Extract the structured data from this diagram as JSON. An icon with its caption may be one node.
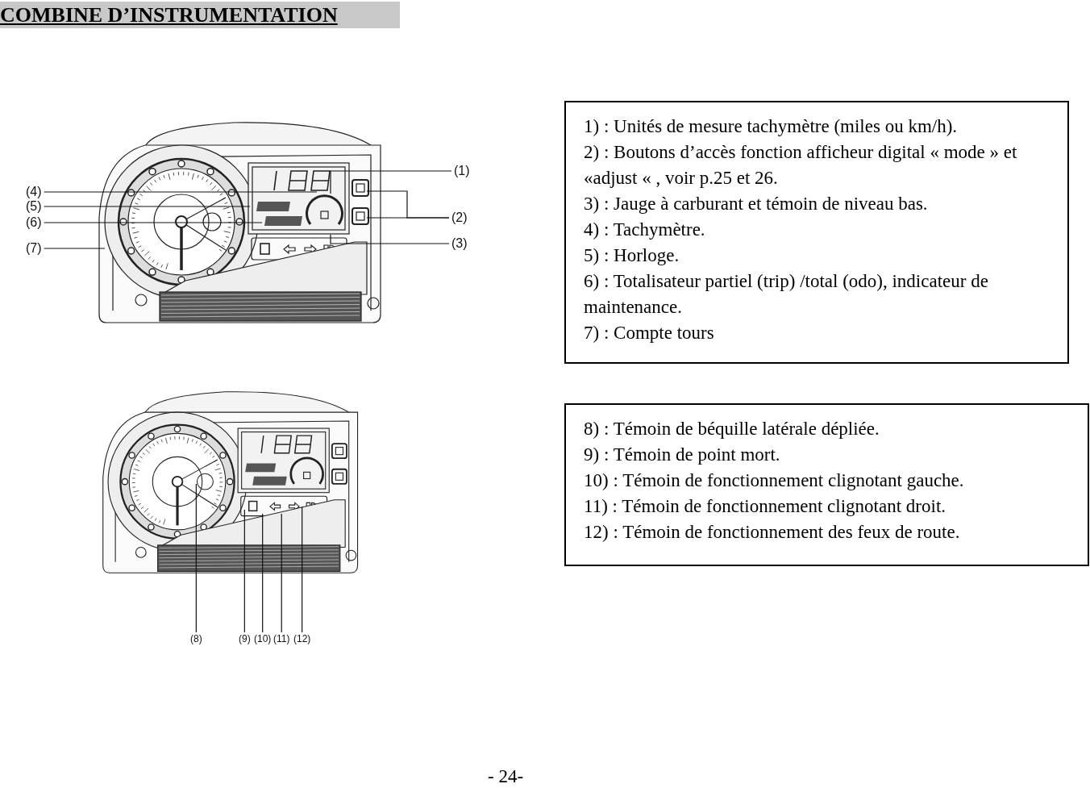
{
  "diagram": {
    "title": "COMBINE D’INSTRUMENTATION",
    "nodes": [
      {
        "text": [
          "(1)"
        ]
      },
      {
        "text": [
          "(2)"
        ]
      },
      {
        "text": [
          "(3)"
        ]
      },
      {
        "text": [
          "(4)"
        ]
      },
      {
        "text": [
          "(5)"
        ]
      },
      {
        "text": [
          "(6)"
        ]
      },
      {
        "text": [
          "(7)"
        ]
      },
      {
        "text": [
          "(8)"
        ]
      },
      {
        "text": [
          "(9)"
        ]
      },
      {
        "text": [
          "(10)"
        ]
      },
      {
        "text": [
          "(11)"
        ]
      },
      {
        "text": [
          "(12)"
        ]
      },
      {
        "text": [
          "1) : Unités de mesure tachymètre (miles ou km/h).",
          "2) : Boutons d’accès fonction afficheur digital « mode » et «adjust « , voir p.25 et 26.",
          "3) : Jauge à carburant et témoin de niveau bas.",
          "4) : Tachymètre.",
          "5) : Horloge.",
          "6) : Totalisateur partiel (trip) /total (odo), indicateur de maintenance.",
          "7) : Compte tours"
        ]
      },
      {
        "text": [
          "8) : Témoin de béquille latérale dépliée.",
          "9) : Témoin de point mort.",
          "10) : Témoin de fonctionnement clignotant gauche.",
          "11) : Témoin de fonctionnement clignotant droit.",
          "12) : Témoin de fonctionnement des feux de route."
        ]
      }
    ],
    "edges": [
      {
        "from": 0,
        "to": null,
        "arrow": "none"
      },
      {
        "from": 1,
        "to": null,
        "arrow": "none"
      },
      {
        "from": 1,
        "to": null,
        "arrow": "none"
      },
      {
        "from": 2,
        "to": null,
        "arrow": "none"
      },
      {
        "from": 3,
        "to": null,
        "arrow": "none"
      },
      {
        "from": 4,
        "to": null,
        "arrow": "none"
      },
      {
        "from": 5,
        "to": null,
        "arrow": "none"
      },
      {
        "from": 6,
        "to": null,
        "arrow": "none"
      },
      {
        "from": 7,
        "to": null,
        "arrow": "none"
      },
      {
        "from": 8,
        "to": null,
        "arrow": "none"
      },
      {
        "from": 9,
        "to": null,
        "arrow": "none"
      },
      {
        "from": 10,
        "to": null,
        "arrow": "none"
      },
      {
        "from": 11,
        "to": null,
        "arrow": "none"
      }
    ],
    "labels": [
      "- 24-"
    ]
  }
}
